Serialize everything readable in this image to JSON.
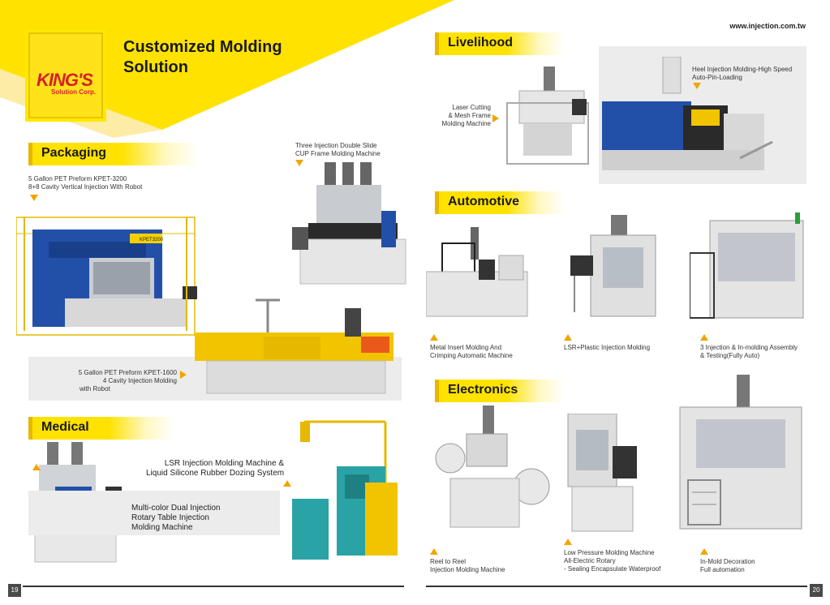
{
  "header": {
    "logo_brand": "KING'S",
    "logo_sub": "Solution Corp.",
    "title_line1": "Customized Molding",
    "title_line2": "Solution",
    "url": "www.injection.com.tw"
  },
  "sections": {
    "packaging": "Packaging",
    "medical": "Medical",
    "livelihood": "Livelihood",
    "automotive": "Automotive",
    "electronics": "Electronics"
  },
  "packaging": {
    "preform_3200_line1": "5 Gallon PET Preform KPET-3200",
    "preform_3200_line2": "8+8 Cavity Vertical Injection With Robot",
    "cup_frame_line1": "Three Injection Double Slide",
    "cup_frame_line2": "CUP Frame Molding Machine",
    "preform_1600_line1": "5 Gallon PET Preform KPET-1600",
    "preform_1600_line2": "4 Cavity  Injection Molding",
    "preform_1600_line3": "with Robot",
    "machine_label": "KPET3200"
  },
  "medical": {
    "lsr_line1": "LSR Injection Molding Machine &",
    "lsr_line2": "Liquid Silicone Rubber Dozing System",
    "multicolor_line1": "Multi-color Dual Injection",
    "multicolor_line2": "Rotary Table Injection",
    "multicolor_line3": "Molding Machine"
  },
  "livelihood": {
    "laser_line1": "Laser Cutting",
    "laser_line2": "& Mesh Frame",
    "laser_line3": "Molding Machine",
    "heel_line1": "Heel Injection Molding-High Speed",
    "heel_line2": "Auto-Pin-Loading"
  },
  "automotive": {
    "metal_line1": "Metal Insert Molding And",
    "metal_line2": "Crimping Automatic Machine",
    "lsr_plastic": "LSR+Plastic Injection Molding",
    "three_inj_line1": "3 Injection & In-molding Assembly",
    "three_inj_line2": "& Testing(Fully Auto)"
  },
  "electronics": {
    "reel_line1": "Reel to Reel",
    "reel_line2": "Injection Molding Machine",
    "lowp_line1": "Low Pressure Molding Machine",
    "lowp_line2": "All-Electric Rotary",
    "lowp_line3": "- Sealing Encapsulate Waterproof",
    "imd_line1": "In-Mold Decoration",
    "imd_line2": "Full automation"
  },
  "footer": {
    "page_left": "19",
    "page_right": "20"
  },
  "colors": {
    "brand_yellow": "#ffe200",
    "brand_red": "#d81f26",
    "accent_orange": "#f0a500"
  }
}
